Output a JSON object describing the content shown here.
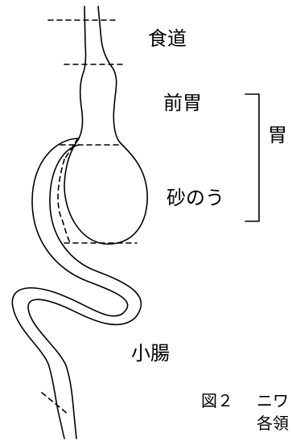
{
  "labels": {
    "esophagus": "食道",
    "proventriculus": "前胃",
    "stomach": "胃",
    "gizzard": "砂のう",
    "small_intestine": "小腸"
  },
  "caption": {
    "figure_number": "図２",
    "line1": "ニワ",
    "line2": "各領"
  },
  "colors": {
    "stroke": "#000000",
    "background": "#ffffff"
  }
}
